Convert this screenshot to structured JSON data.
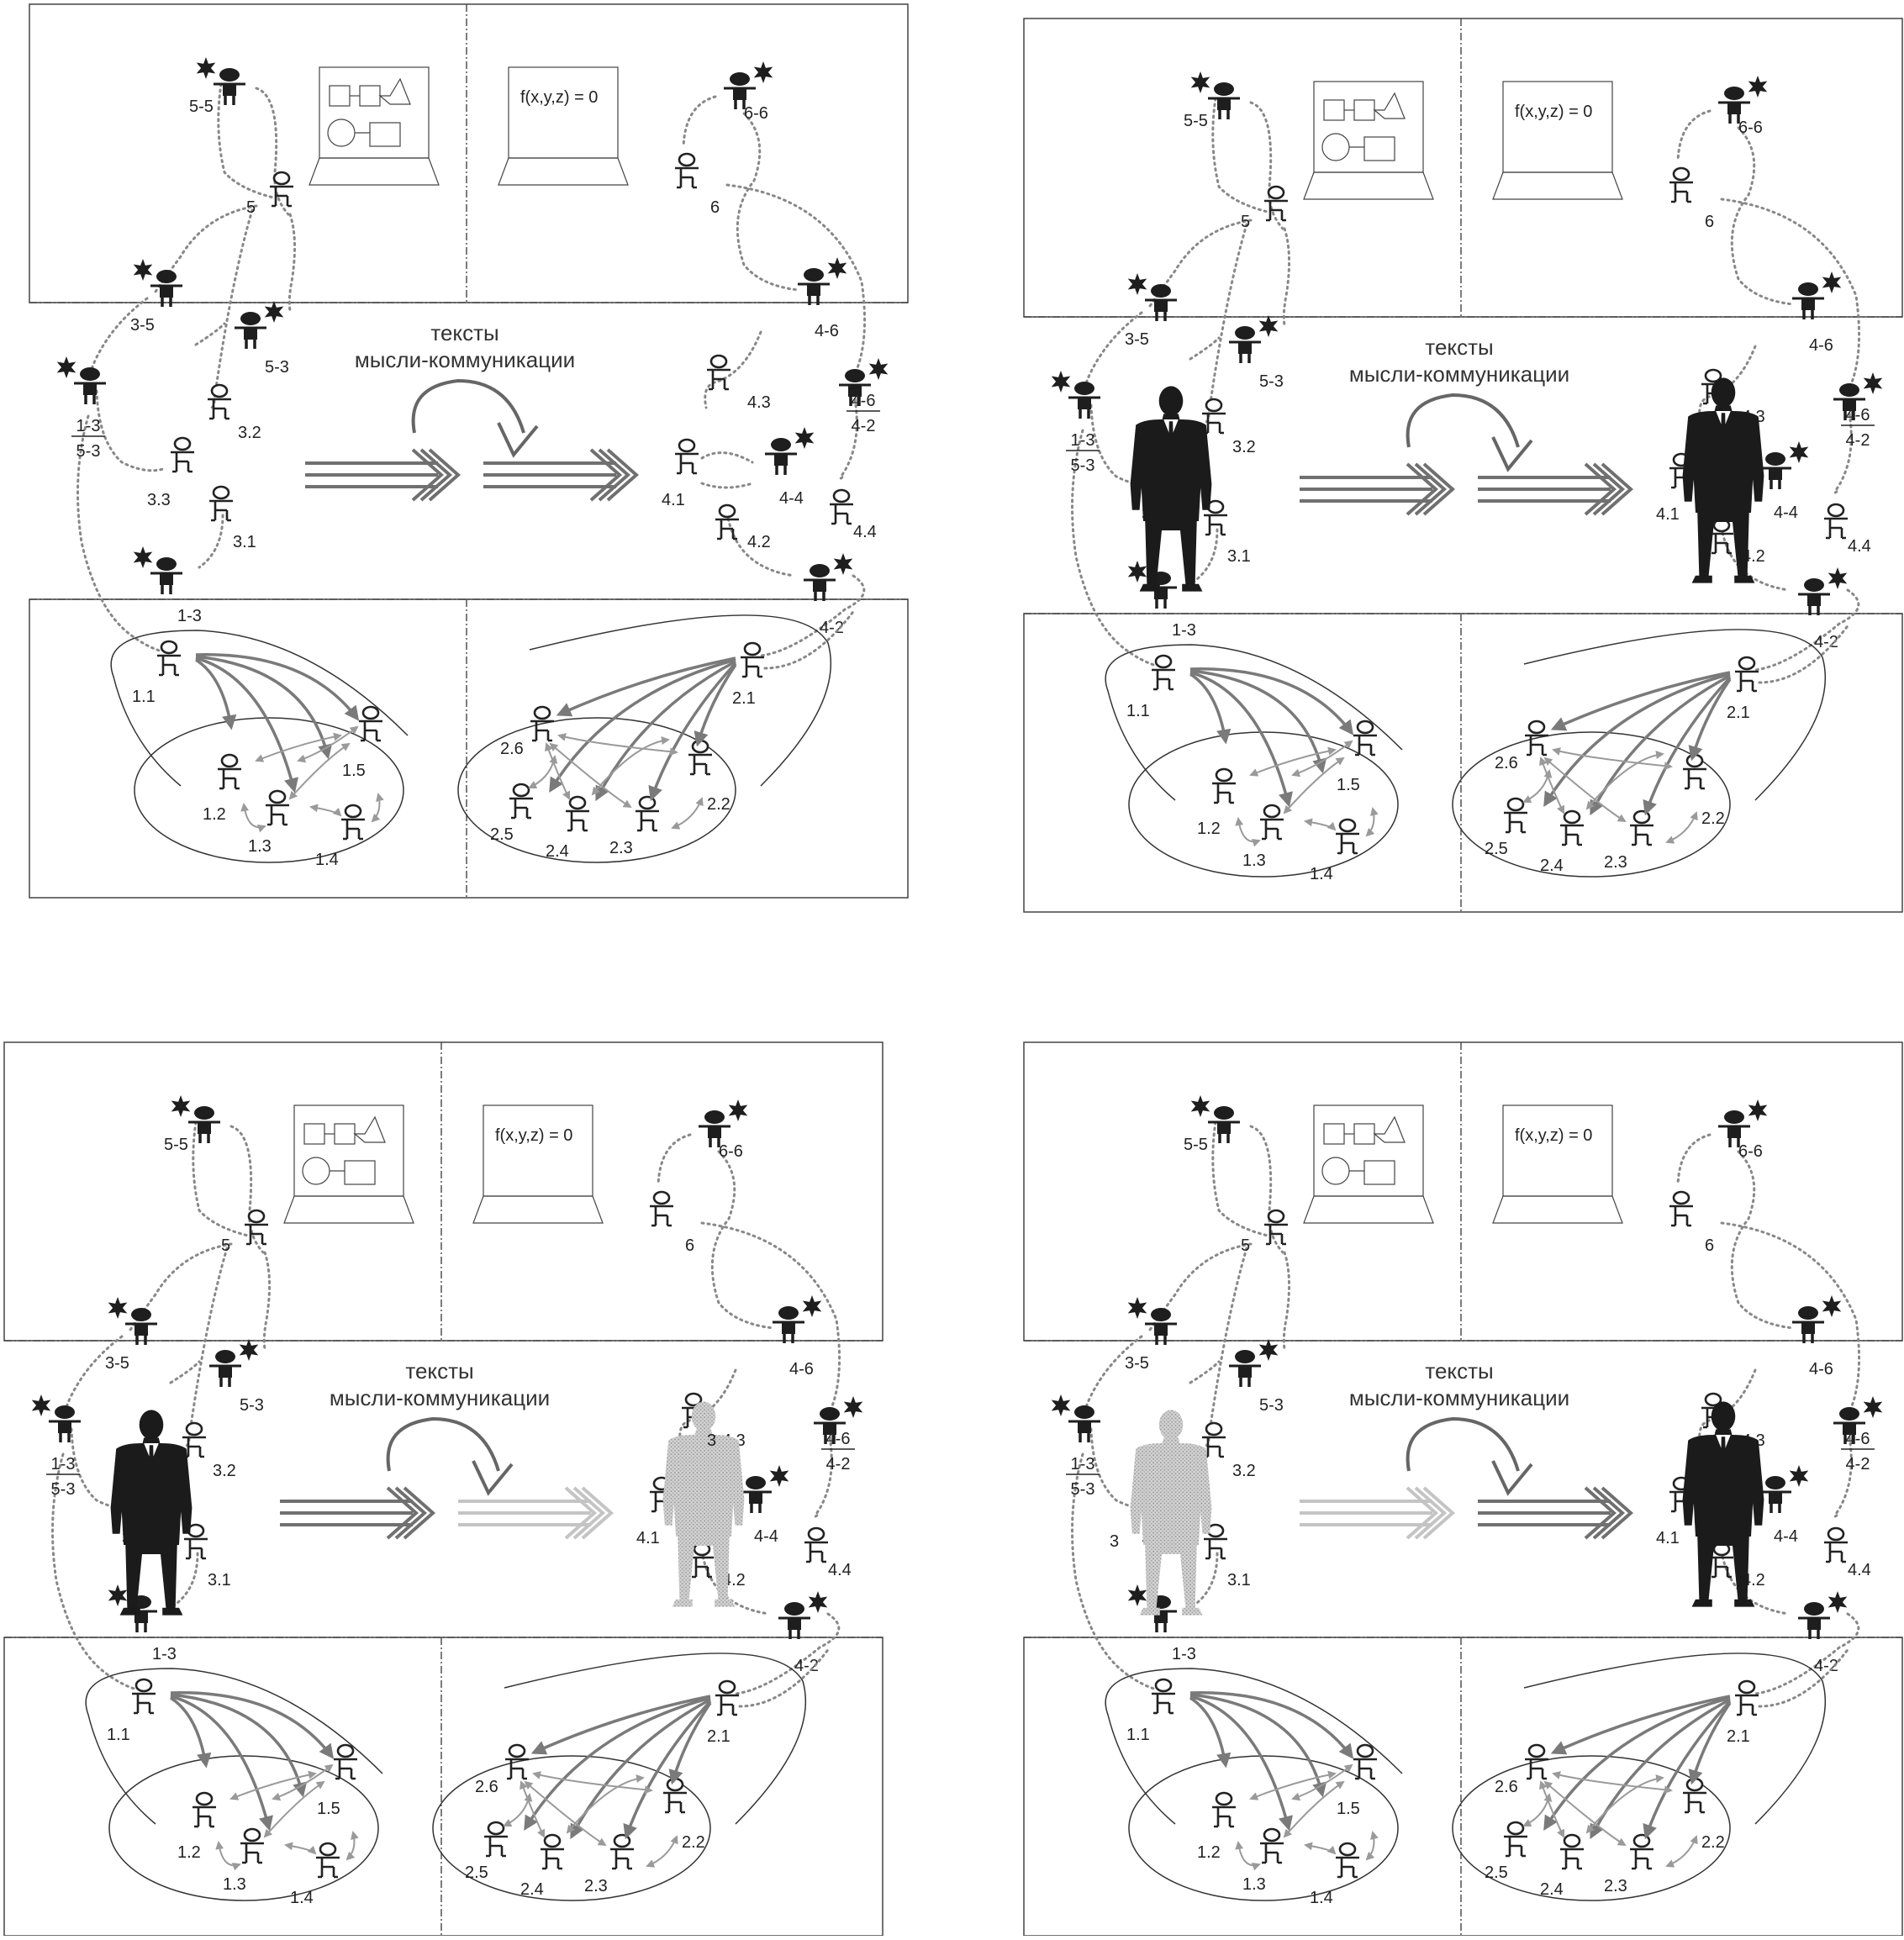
{
  "panels": [
    {
      "id": "top-left",
      "person": "none",
      "arrows": [
        "dark",
        "dark"
      ]
    },
    {
      "id": "top-right",
      "person": "both-dark",
      "arrows": [
        "dark",
        "dark"
      ]
    },
    {
      "id": "bottom-left",
      "person": "left-dark-right-ghost",
      "arrows": [
        "dark",
        "light"
      ]
    },
    {
      "id": "bottom-right",
      "person": "left-ghost-right-dark",
      "arrows": [
        "light",
        "dark"
      ]
    }
  ],
  "texts": {
    "title_line1": "тексты",
    "title_line2": "мысли-коммуникации",
    "formula": "f(x,y,z) = 0",
    "frac_left_num": "1-3",
    "frac_left_den": "5-3",
    "frac_right_num": "4-6",
    "frac_right_den": "4-2"
  },
  "labels": {
    "n5_5": "5-5",
    "n5": "5",
    "n6_6": "6-6",
    "n6": "6",
    "n3_5": "3-5",
    "n5_3": "5-3",
    "n3_2": "3.2",
    "n3_3": "3.3",
    "n3_1": "3.1",
    "n3": "3",
    "n4_6": "4-6",
    "n4_3": "4.3",
    "n4_1": "4.1",
    "n4_4a": "4-4",
    "n4_2": "4.2",
    "n4_4b": "4.4",
    "n4_2d": "4-2",
    "n1_3": "1-3",
    "n1_1": "1.1",
    "n1_2": "1.2",
    "n1_3b": "1.3",
    "n1_4": "1.4",
    "n1_5": "1.5",
    "n2_1": "2.1",
    "n2_2": "2.2",
    "n2_3": "2.3",
    "n2_4": "2.4",
    "n2_5": "2.5",
    "n2_6": "2.6"
  },
  "colors": {
    "arrow_dark": "#707070",
    "arrow_light": "#c4c4c4",
    "ghost": "#bdbdbd",
    "dark": "#1e1e1e"
  }
}
